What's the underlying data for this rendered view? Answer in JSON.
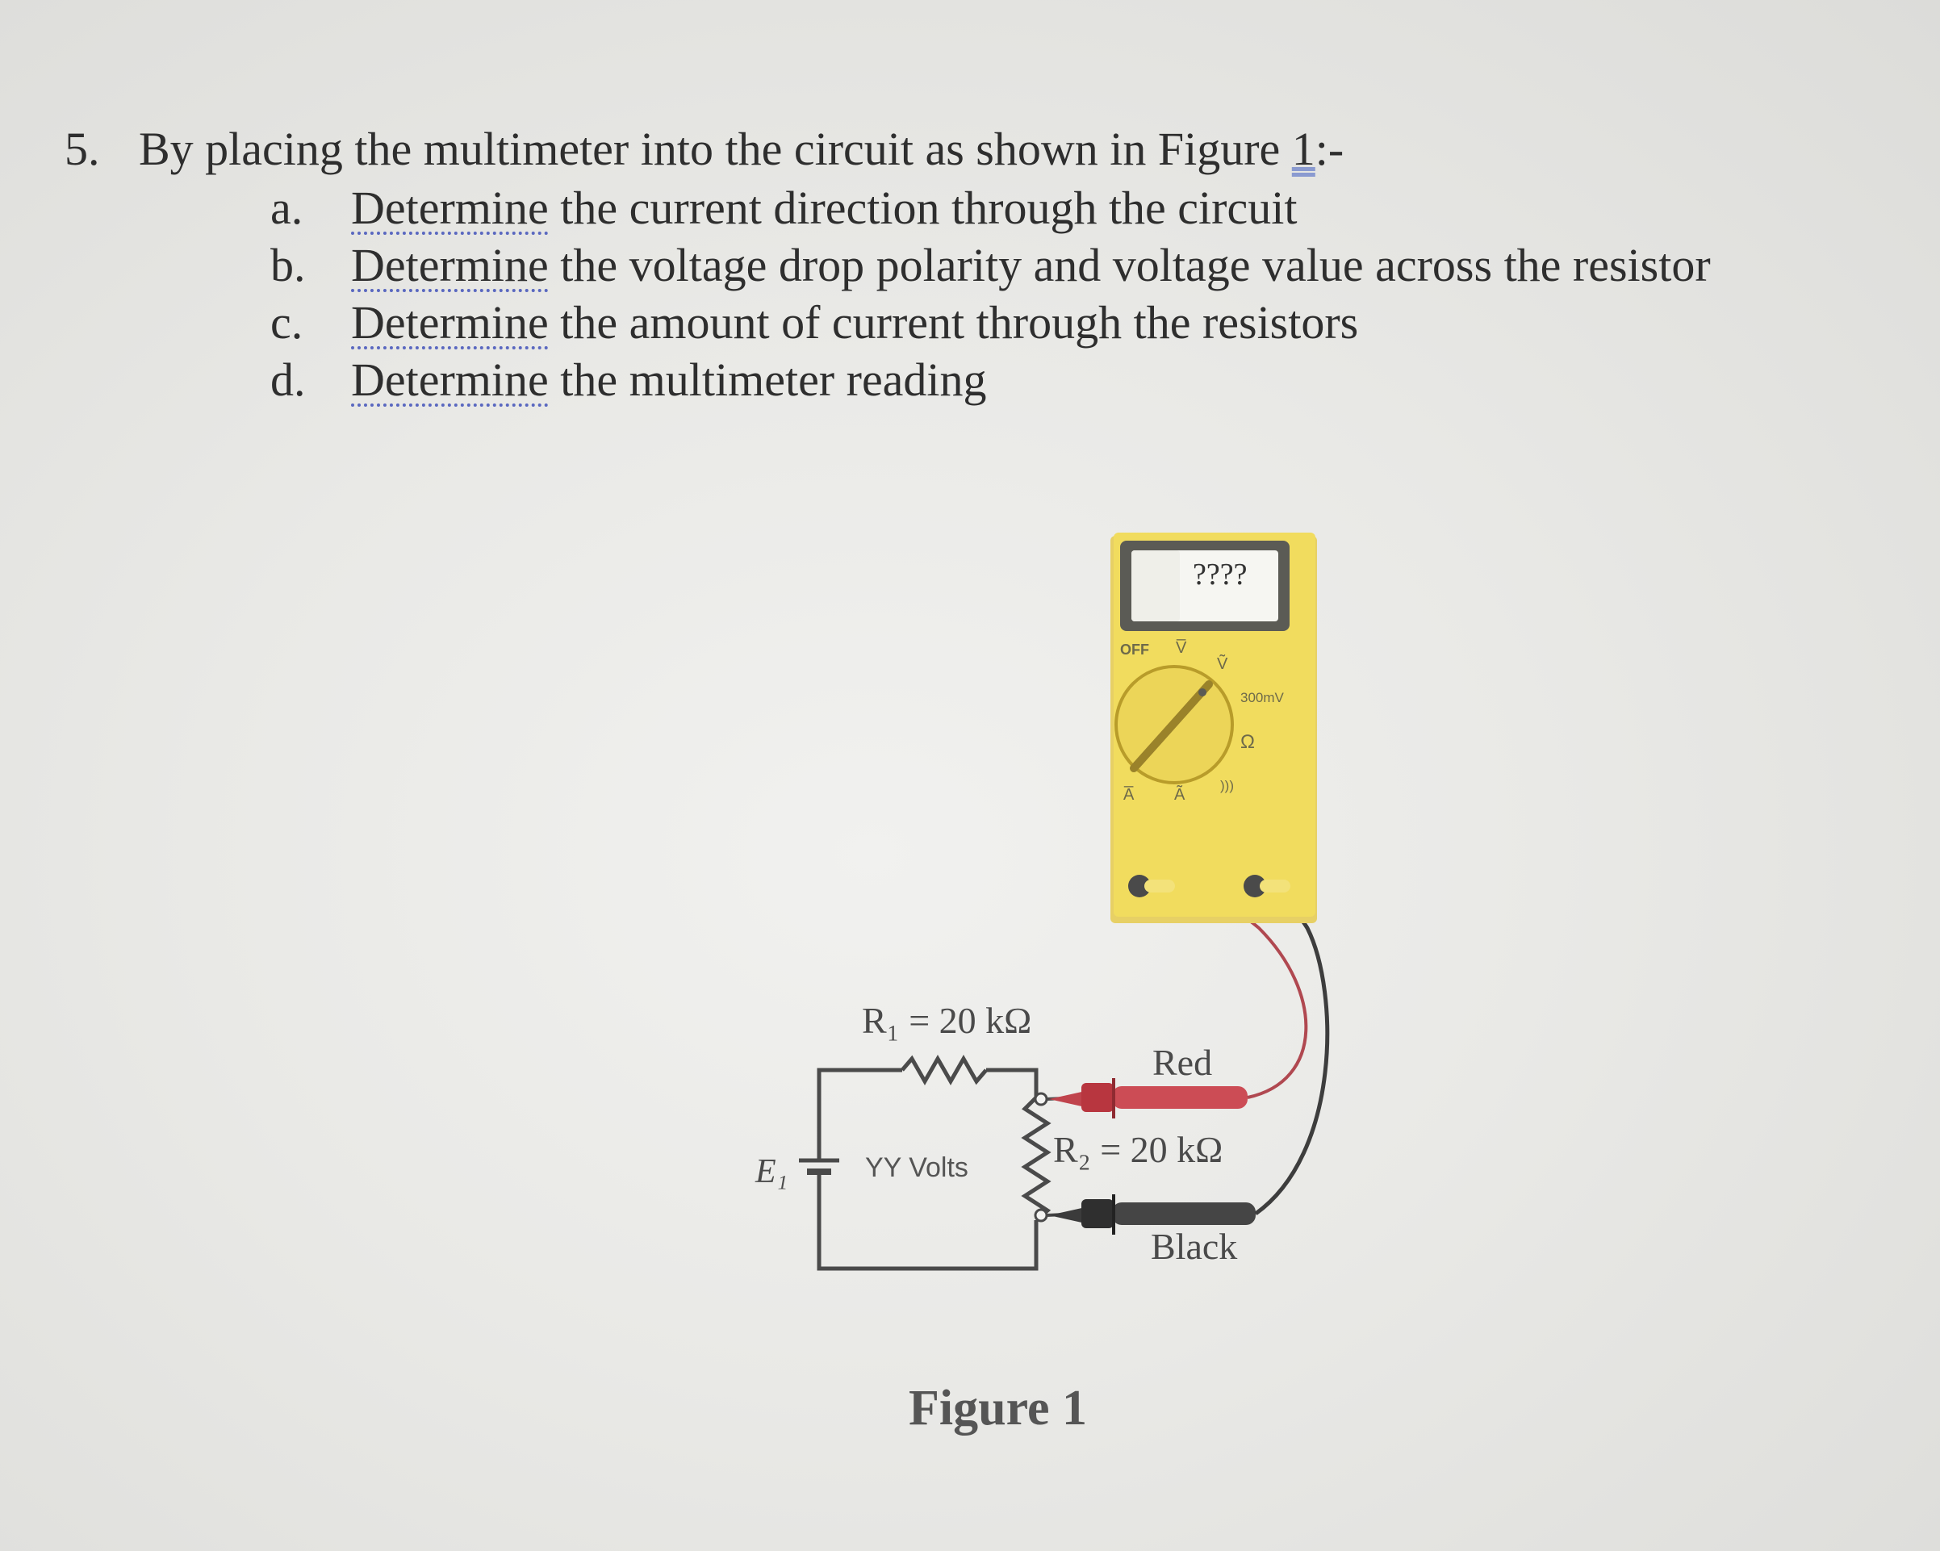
{
  "question": {
    "number": "5.",
    "stem": "By placing the multimeter into the circuit as shown in Figure ",
    "figure_ref": "1",
    "stem_end": ":-",
    "items": [
      {
        "letter": "a.",
        "verb": "Determine",
        "rest": " the current direction through the circuit"
      },
      {
        "letter": "b.",
        "verb": "Determine",
        "rest": " the voltage drop polarity and voltage value across the resistor"
      },
      {
        "letter": "c.",
        "verb": "Determine",
        "rest": " the amount of current through the resistors"
      },
      {
        "letter": "d.",
        "verb": "Determine",
        "rest": " the multimeter reading"
      }
    ]
  },
  "figure": {
    "caption": "Figure 1",
    "r1_label": "R₁ = 20 kΩ",
    "r2_label": "R₂ = 20 kΩ",
    "source_label": "E₁",
    "source_value": "YY Volts",
    "probe_red": "Red",
    "probe_black": "Black",
    "meter": {
      "display": "????",
      "off": "OFF",
      "dcv": "V̅",
      "acv": "Ṽ",
      "mv": "300mV",
      "ohm": "Ω",
      "continuity": ")))",
      "dca": "A̅",
      "aca": "Ã"
    }
  },
  "colors": {
    "meter_body": "#f1dc5e",
    "probe_red": "#c0434c",
    "probe_black": "#3b3b3b",
    "wire": "#4a4a4a"
  }
}
